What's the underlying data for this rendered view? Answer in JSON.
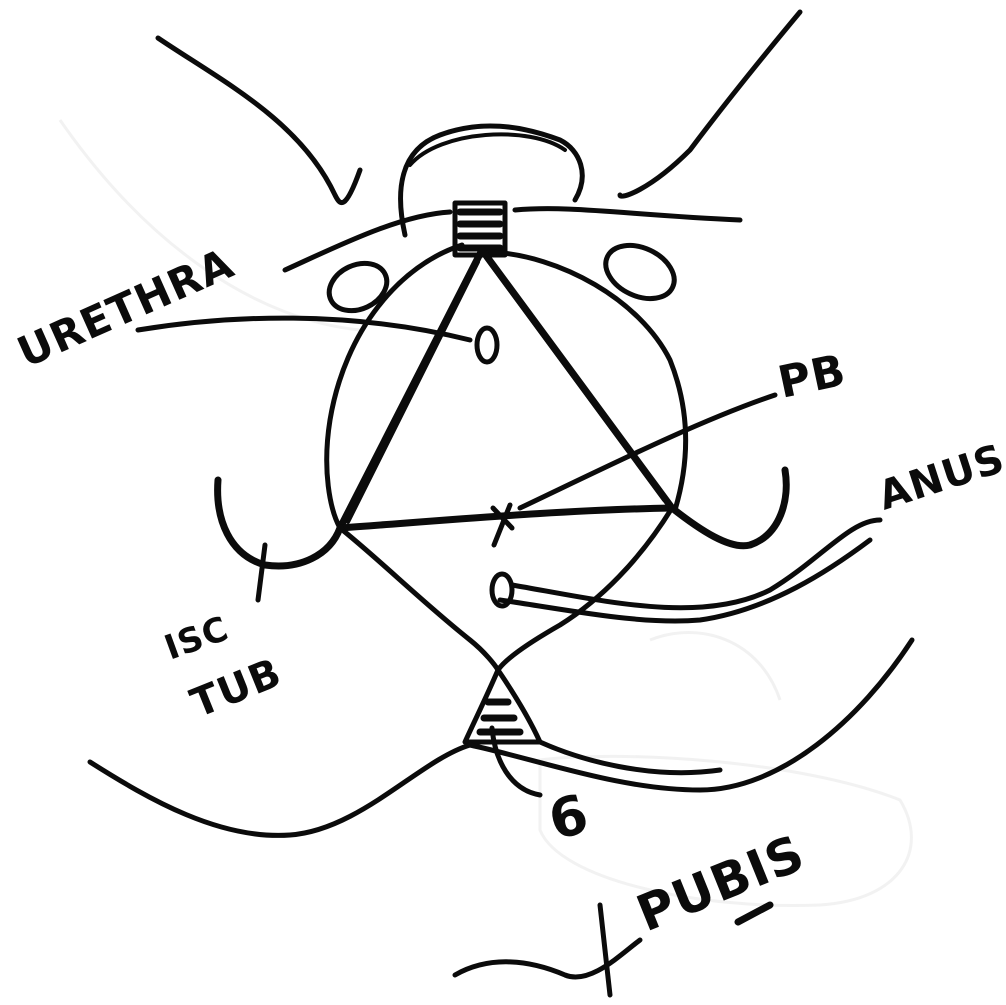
{
  "labels": {
    "urethra": "URETHRA",
    "pb": "PB",
    "anus": "ANUS",
    "isc_tub_1": "ISC",
    "isc_tub_2": "TUB",
    "six": "6",
    "pubis": "PUBIS"
  },
  "colors": {
    "ink": "#0b0b0b",
    "paper": "#ffffff"
  }
}
